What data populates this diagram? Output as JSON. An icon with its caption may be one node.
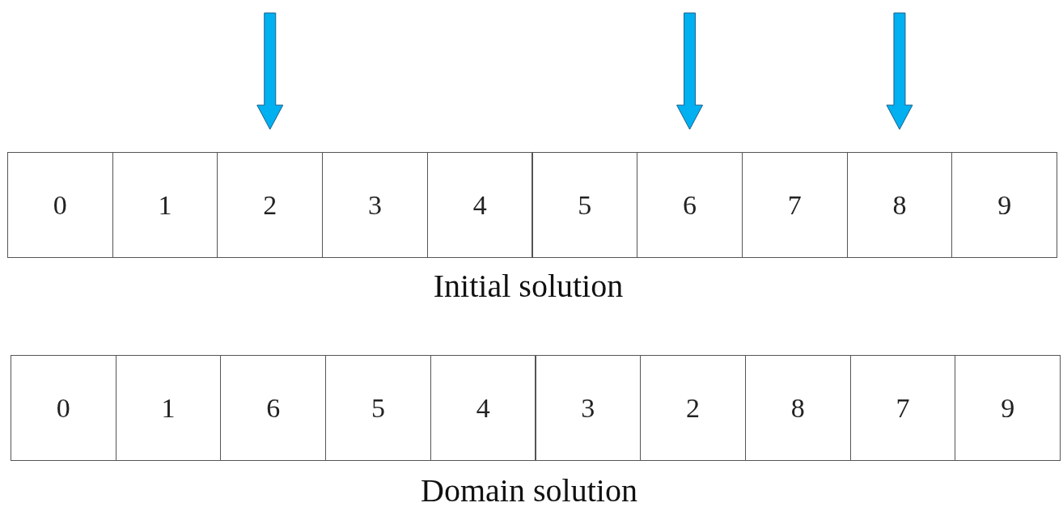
{
  "diagram": {
    "nodes": [
      {
        "text": [
          "0"
        ]
      },
      {
        "text": [
          "1"
        ]
      },
      {
        "text": [
          "2"
        ]
      },
      {
        "text": [
          "3"
        ]
      },
      {
        "text": [
          "4"
        ]
      },
      {
        "text": [
          "5"
        ]
      },
      {
        "text": [
          "6"
        ]
      },
      {
        "text": [
          "7"
        ]
      },
      {
        "text": [
          "8"
        ]
      },
      {
        "text": [
          "9"
        ]
      },
      {
        "text": [
          "0"
        ]
      },
      {
        "text": [
          "1"
        ]
      },
      {
        "text": [
          "6"
        ]
      },
      {
        "text": [
          "5"
        ]
      },
      {
        "text": [
          "4"
        ]
      },
      {
        "text": [
          "3"
        ]
      },
      {
        "text": [
          "2"
        ]
      },
      {
        "text": [
          "8"
        ]
      },
      {
        "text": [
          "7"
        ]
      },
      {
        "text": [
          "9"
        ]
      }
    ],
    "edges": [
      {
        "from": null,
        "to": 2,
        "arrow": "to",
        "color": "#00b0f0"
      },
      {
        "from": null,
        "to": 6,
        "arrow": "to",
        "color": "#00b0f0"
      },
      {
        "from": null,
        "to": 8,
        "arrow": "to",
        "color": "#00b0f0"
      }
    ],
    "labels": [
      "Initial solution",
      "Domain solution"
    ]
  }
}
